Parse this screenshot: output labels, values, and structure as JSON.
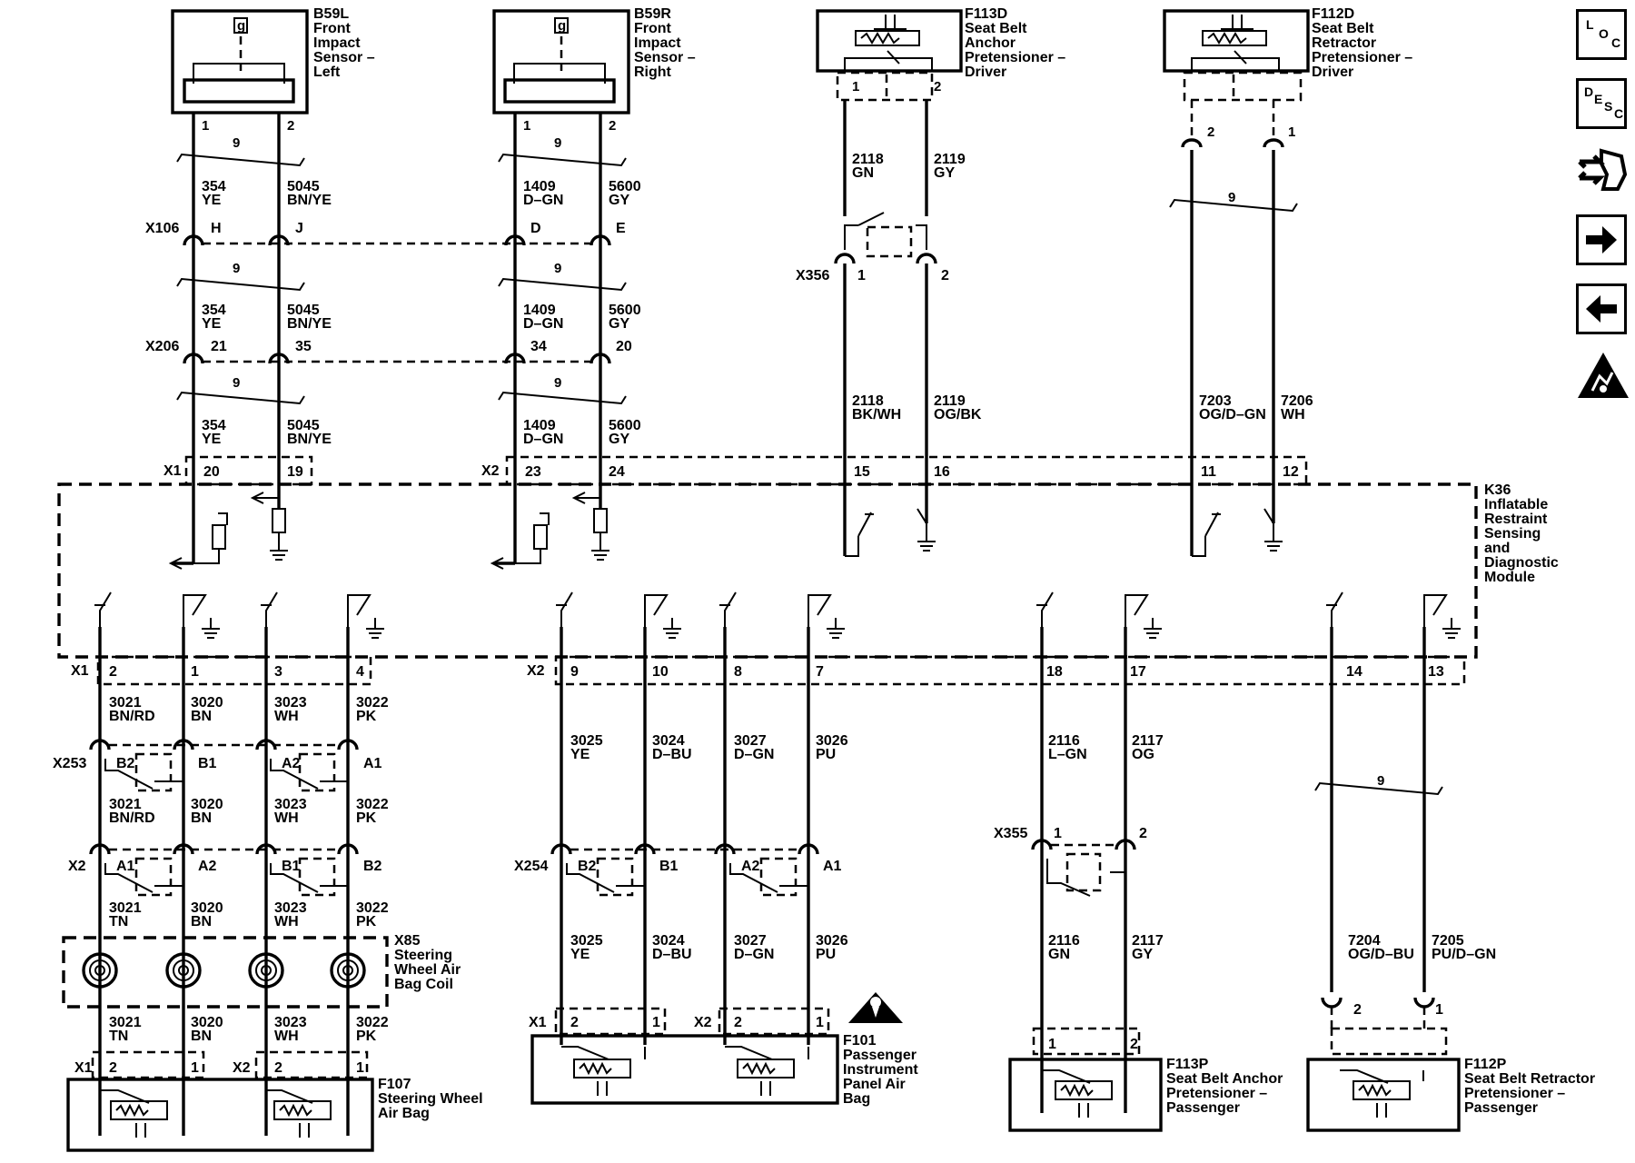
{
  "nav": {
    "loc": [
      "L",
      "O",
      "C"
    ],
    "desc": [
      "D",
      "E",
      "S",
      "C"
    ],
    "icons": [
      "loc-button",
      "desc-button",
      "connector-end-view-icon",
      "next-page-arrow-icon",
      "previous-page-arrow-icon",
      "esd-warning-icon"
    ]
  },
  "components": {
    "b59l": {
      "id": "B59L",
      "name": [
        "Front",
        "Impact",
        "Sensor –",
        "Left"
      ],
      "ground_symbol": "g",
      "pins": [
        "1",
        "2"
      ]
    },
    "b59r": {
      "id": "B59R",
      "name": [
        "Front",
        "Impact",
        "Sensor –",
        "Right"
      ],
      "ground_symbol": "g",
      "pins": [
        "1",
        "2"
      ]
    },
    "f113d": {
      "id": "F113D",
      "name": [
        "Seat Belt",
        "Anchor",
        "Pretensioner –",
        "Driver"
      ],
      "pins": [
        "1",
        "2"
      ]
    },
    "f112d": {
      "id": "F112D",
      "name": [
        "Seat Belt",
        "Retractor",
        "Pretensioner –",
        "Driver"
      ],
      "pins": [
        "2",
        "1"
      ]
    },
    "k36": {
      "id": "K36",
      "name": [
        "Inflatable",
        "Restraint",
        "Sensing",
        "and",
        "Diagnostic",
        "Module"
      ]
    },
    "x85": {
      "id": "X85",
      "name": [
        "Steering",
        "Wheel Air",
        "Bag Coil"
      ]
    },
    "f107": {
      "id": "F107",
      "name": [
        "Steering Wheel",
        "Air Bag"
      ]
    },
    "f101": {
      "id": "F101",
      "name": [
        "Passenger",
        "Instrument",
        "Panel Air",
        "Bag"
      ]
    },
    "f113p": {
      "id": "F113P",
      "name": [
        "Seat Belt Anchor",
        "Pretensioner –",
        "Passenger"
      ]
    },
    "f112p": {
      "id": "F112P",
      "name": [
        "Seat Belt Retractor",
        "Pretensioner –",
        "Passenger"
      ]
    }
  },
  "connectors": {
    "x106": "X106",
    "x206": "X206",
    "x356": "X356",
    "x253": "X253",
    "x254": "X254",
    "x355": "X355",
    "x1": "X1",
    "x2": "X2"
  },
  "twist": "9",
  "wires_top": [
    {
      "circuit": "354",
      "color": "YE"
    },
    {
      "circuit": "5045",
      "color": "BN/YE"
    },
    {
      "circuit": "1409",
      "color": "D–GN"
    },
    {
      "circuit": "5600",
      "color": "GY"
    },
    {
      "circuit": "2118",
      "color": "GN"
    },
    {
      "circuit": "2119",
      "color": "GY"
    },
    {
      "circuit": "2118",
      "color": "BK/WH"
    },
    {
      "circuit": "2119",
      "color": "OG/BK"
    },
    {
      "circuit": "7203",
      "color": "OG/D–GN"
    },
    {
      "circuit": "7206",
      "color": "WH"
    }
  ],
  "x106_pins": [
    "H",
    "J",
    "D",
    "E"
  ],
  "x206_pins": [
    "21",
    "35",
    "34",
    "20"
  ],
  "x356_pins": [
    "1",
    "2"
  ],
  "k36_top_pins": [
    "20",
    "19",
    "23",
    "24",
    "15",
    "16",
    "11",
    "12"
  ],
  "k36_bottom_pins": [
    "2",
    "1",
    "3",
    "4",
    "9",
    "10",
    "8",
    "7",
    "18",
    "17",
    "14",
    "13"
  ],
  "wires_bottom": {
    "driver": [
      {
        "circuit": "3021",
        "color": "BN/RD"
      },
      {
        "circuit": "3020",
        "color": "BN"
      },
      {
        "circuit": "3023",
        "color": "WH"
      },
      {
        "circuit": "3022",
        "color": "PK"
      }
    ],
    "driver_x2": [
      {
        "circuit": "3021",
        "color": "TN"
      },
      {
        "circuit": "3020",
        "color": "BN"
      },
      {
        "circuit": "3023",
        "color": "WH"
      },
      {
        "circuit": "3022",
        "color": "PK"
      }
    ],
    "passenger": [
      {
        "circuit": "3025",
        "color": "YE"
      },
      {
        "circuit": "3024",
        "color": "D–BU"
      },
      {
        "circuit": "3027",
        "color": "D–GN"
      },
      {
        "circuit": "3026",
        "color": "PU"
      }
    ],
    "anchor_p_top": [
      {
        "circuit": "2116",
        "color": "L–GN"
      },
      {
        "circuit": "2117",
        "color": "OG"
      }
    ],
    "anchor_p_bot": [
      {
        "circuit": "2116",
        "color": "GN"
      },
      {
        "circuit": "2117",
        "color": "GY"
      }
    ],
    "retractor_p": [
      {
        "circuit": "7204",
        "color": "OG/D–BU"
      },
      {
        "circuit": "7205",
        "color": "PU/D–GN"
      }
    ]
  },
  "x253_pins": [
    "B2",
    "B1",
    "A2",
    "A1"
  ],
  "x2_pins_driver": [
    "A1",
    "A2",
    "B1",
    "B2"
  ],
  "x254_pins": [
    "B2",
    "B1",
    "A2",
    "A1"
  ],
  "x355_pins": [
    "1",
    "2"
  ],
  "f112p_pins": [
    "2",
    "1"
  ]
}
